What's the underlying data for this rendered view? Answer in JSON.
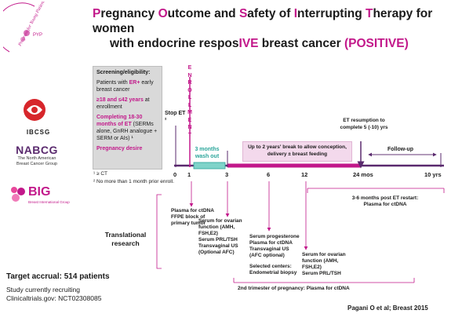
{
  "title": {
    "parts": [
      {
        "t": "P",
        "m": true
      },
      {
        "t": "regnancy ",
        "m": false
      },
      {
        "t": "O",
        "m": true
      },
      {
        "t": "utcome and ",
        "m": false
      },
      {
        "t": "S",
        "m": true
      },
      {
        "t": "afety of ",
        "m": false
      },
      {
        "t": "I",
        "m": true
      },
      {
        "t": "nterrupting ",
        "m": false
      },
      {
        "t": "T",
        "m": true
      },
      {
        "t": "herapy for women",
        "m": false
      }
    ],
    "line2_a": "with endocrine respos",
    "line2_b": "IVE",
    "line2_c": " breast cancer ",
    "line2_d": "(POSITIVE)"
  },
  "logos": {
    "pfp_text": "Program for Young Patients",
    "pfp_abbr": "PYP",
    "ibcsg": "IBCSG",
    "nabcg_title": "NABCG",
    "nabcg_sub": "The North American Breast Cancer Group",
    "big_title": "BIG",
    "big_sub": "Breast International Group"
  },
  "eligibility": {
    "heading": "Screening/eligibility:",
    "item1_a": "Patients with ",
    "item1_b": "ER+",
    "item1_c": " early breast cancer",
    "item2_a": "≥18 and ≤42 years",
    "item2_b": " at enrollment",
    "item3_a": "Completing 18-30 months of ET",
    "item3_b": " (SERMs alone, GnRH analogue + SERM or AIs) ¹",
    "item4": "Pregnancy desire"
  },
  "footnotes": {
    "f1": "¹ ≥ CT",
    "f2": "² No more than 1 month prior enroll."
  },
  "timeline": {
    "enrollment": "ENROLLMENT",
    "stop_et": "Stop ET ²",
    "washout": "3 months wash out",
    "break_box": "Up to 2 years' break to allow conception, delivery ± breast feeding",
    "et_resumption": "ET resumption to complete 5 (-10) yrs",
    "followup": "Follow-up",
    "ticks": [
      "0",
      "1",
      "3",
      "6",
      "12",
      "24 mos",
      "10 yrs"
    ]
  },
  "translational": {
    "label": "Translational research",
    "box1": [
      "Plasma for ctDNA",
      "FFPE block of primary tumor"
    ],
    "box2": [
      "Serum for ovarian function (AMH, FSH,E2)",
      "Serum PRL/TSH",
      "Transvaginal US",
      "(Optional AFC)"
    ],
    "box3": [
      "Serum progesterone",
      "Plasma for ctDNA",
      "Transvaginal US",
      "(AFC optional)",
      "",
      "Selected centers:",
      "Endometrial biopsy"
    ],
    "box4": [
      "Serum for ovarian function (AMH, FSH,E2)",
      "Serum PRL/TSH"
    ],
    "box5": [
      "3-6 months post ET restart:",
      "Plasma for ctDNA"
    ],
    "trimester": "2nd trimester of pregnancy: Plasma for ctDNA"
  },
  "accrual": "Target accrual: 514 patients",
  "recruiting": [
    "Study currently recruiting",
    "Clinicaltrials.gov: NCT02308085"
  ],
  "citation": "Pagani O et al; Breast 2015",
  "colors": {
    "magenta": "#c2188a",
    "purple": "#5a2a6e",
    "teal": "#2aa59a",
    "pink_box": "#f3d9ec",
    "gray_panel": "#d9d9d9"
  }
}
